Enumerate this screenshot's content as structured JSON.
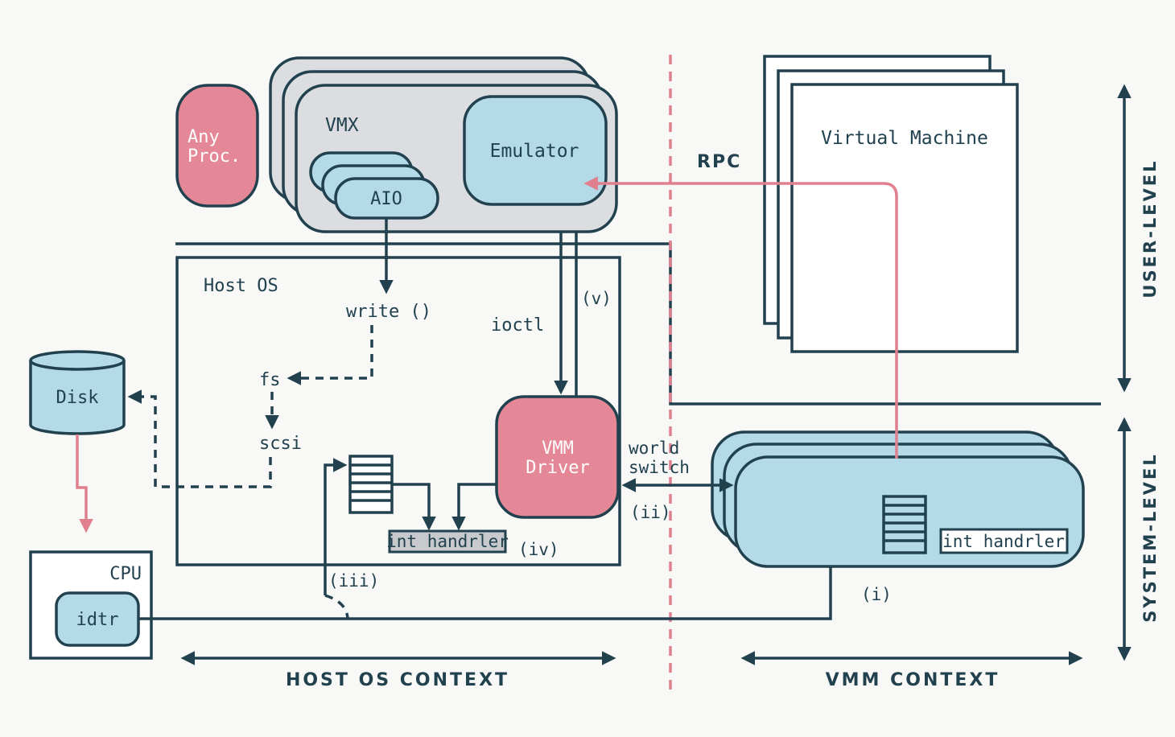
{
  "diagram": {
    "vmx_label": "VMX",
    "aio_label": "AIO",
    "emulator_label": "Emulator",
    "any_proc_line1": "Any",
    "any_proc_line2": "Proc.",
    "rpc_label": "RPC",
    "virtual_machine_label": "Virtual Machine",
    "host_os_label": "Host OS",
    "write_label": "write ()",
    "ioctl_label": "ioctl",
    "v_label": "(v)",
    "fs_label": "fs",
    "scsi_label": "scsi",
    "disk_label": "Disk",
    "vmm_driver_line1": "VMM",
    "vmm_driver_line2": "Driver",
    "world_switch_line1": "world",
    "world_switch_line2": "switch",
    "ii_label": "(ii)",
    "int_handler_host": "int handrler",
    "iv_label": "(iv)",
    "iii_label": "(iii)",
    "int_handler_vmm": "int handrler",
    "i_label": "(i)",
    "cpu_label": "CPU",
    "idtr_label": "idtr",
    "host_os_context": "HOST OS CONTEXT",
    "vmm_context": "VMM CONTEXT",
    "user_level": "USER-LEVEL",
    "system_level": "SYSTEM-LEVEL"
  },
  "colors": {
    "dark": "#22414f",
    "pink": "#e0808e",
    "pink_fill": "#e48796",
    "blue_fill": "#b3dae6",
    "grey_fill": "#dcdde0",
    "background": "#f8f8f6"
  }
}
